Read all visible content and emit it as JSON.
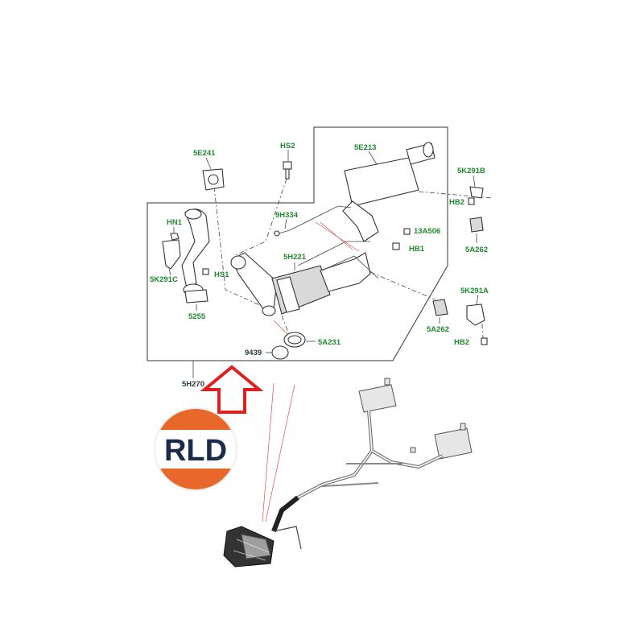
{
  "assembly_label": "5H270",
  "brand": {
    "logo_text": "RLD",
    "color_top": "#e8672a",
    "color_text": "#1a2b4c"
  },
  "accent_color": "#e02020",
  "part_labels": {
    "p_5e241": "5E241",
    "p_hs2": "HS2",
    "p_5e213": "5E213",
    "p_5k291b": "5K291B",
    "p_hb2_top": "HB2",
    "p_hn1": "HN1",
    "p_9h334": "9H334",
    "p_13a506": "13A506",
    "p_hb1": "HB1",
    "p_5a262_top": "5A262",
    "p_5h221": "5H221",
    "p_5k291c": "5K291C",
    "p_hs1": "HS1",
    "p_5k291a": "5K291A",
    "p_5255": "5255",
    "p_5a262_bot": "5A262",
    "p_hb2_bot": "HB2",
    "p_9439": "9439",
    "p_5a231": "5A231"
  },
  "icons": [
    "up-arrow-icon",
    "rld-logo-icon"
  ]
}
